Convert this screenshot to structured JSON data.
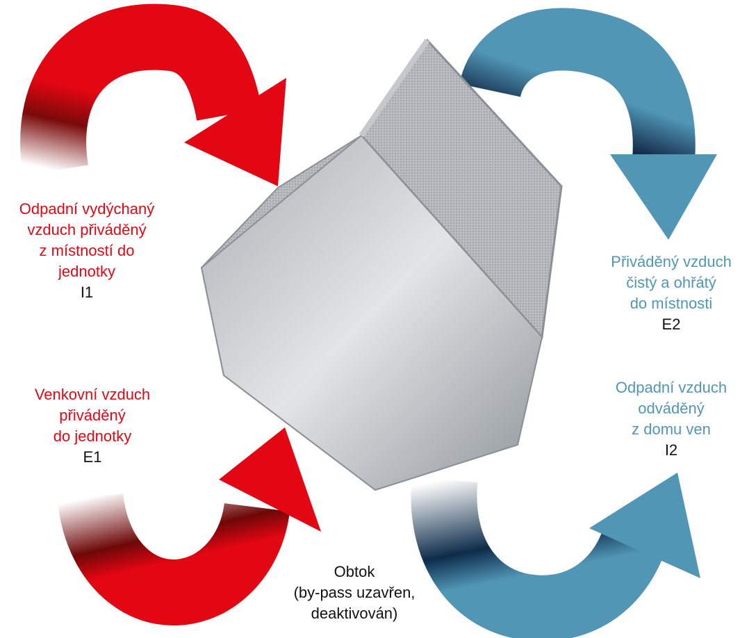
{
  "colors": {
    "red": "#e30613",
    "blue": "#5196b5",
    "navy": "#0d1f3d"
  },
  "labels": {
    "i1": {
      "lines": [
        "Odpadní vydýchaný",
        "vzduch přiváděný",
        "z místností do",
        "jednotky"
      ],
      "code": "I1"
    },
    "e1": {
      "lines": [
        "Venkovní vzduch",
        "přiváděný",
        "do jednotky"
      ],
      "code": "E1"
    },
    "e2": {
      "lines": [
        "Přiváděný vzduch",
        "čistý a ohřátý",
        "do místnosti"
      ],
      "code": "E2"
    },
    "i2": {
      "lines": [
        "Odpadní vzduch",
        "odváděný",
        "z domu ven"
      ],
      "code": "I2"
    },
    "bypass": {
      "lines": [
        "Obtok",
        "(by-pass uzavřen,",
        "deaktivován)"
      ]
    }
  }
}
